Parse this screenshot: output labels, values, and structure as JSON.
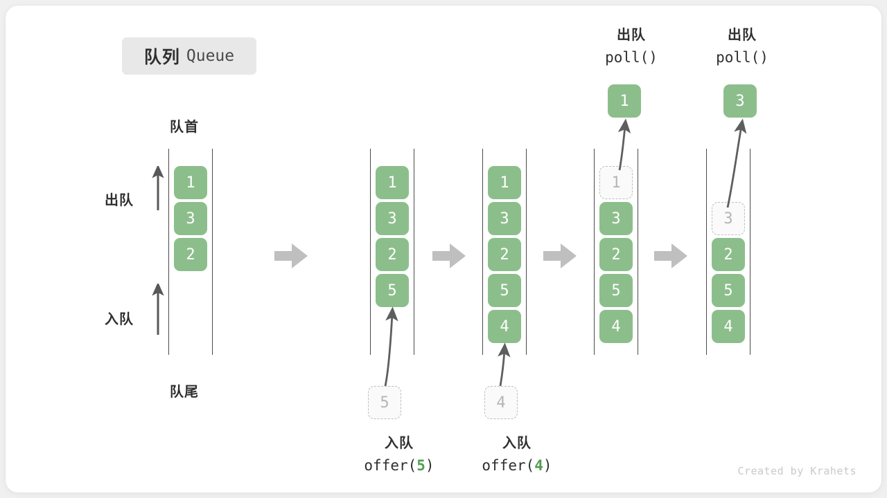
{
  "figure": {
    "title_cn": "队列",
    "title_en": "Queue",
    "credit": "Created by Krahets",
    "front_label": "队首",
    "rear_label": "队尾",
    "dequeue_label": "出队",
    "enqueue_label": "入队",
    "colors": {
      "cell_fill": "#8cbe8c",
      "cell_text": "#ffffff",
      "ghost_border": "#bdbdbd",
      "ghost_text": "#b5b5b5",
      "rail": "#4a4a4a",
      "flow_arrow": "#bfbfbf",
      "accent_green": "#4f9e50",
      "card_bg": "#ffffff",
      "page_bg": "#f0f0f0",
      "badge_bg": "#e8e8e8"
    }
  },
  "operations": {
    "offer_5": {
      "cn": "入队",
      "code_prefix": "offer(",
      "code_value": "5",
      "code_suffix": ")"
    },
    "offer_4": {
      "cn": "入队",
      "code_prefix": "offer(",
      "code_value": "4",
      "code_suffix": ")"
    },
    "poll_1": {
      "cn": "出队",
      "code": "poll()"
    },
    "poll_2": {
      "cn": "出队",
      "code": "poll()"
    }
  },
  "states": [
    {
      "name": "initial",
      "cells": [
        "1",
        "3",
        "2"
      ]
    },
    {
      "name": "after-offer-5",
      "cells": [
        "1",
        "3",
        "2",
        "5"
      ]
    },
    {
      "name": "after-offer-4",
      "cells": [
        "1",
        "3",
        "2",
        "5",
        "4"
      ]
    },
    {
      "name": "polling-1",
      "cells": [
        "1",
        "3",
        "2",
        "5",
        "4"
      ],
      "ghost_index": 0
    },
    {
      "name": "polling-3",
      "cells": [
        "3",
        "2",
        "5",
        "4"
      ],
      "ghost_index": 0
    }
  ],
  "incoming": {
    "offer_5_value": "5",
    "offer_4_value": "4"
  },
  "outgoing": {
    "poll_1_value": "1",
    "poll_2_value": "3"
  }
}
